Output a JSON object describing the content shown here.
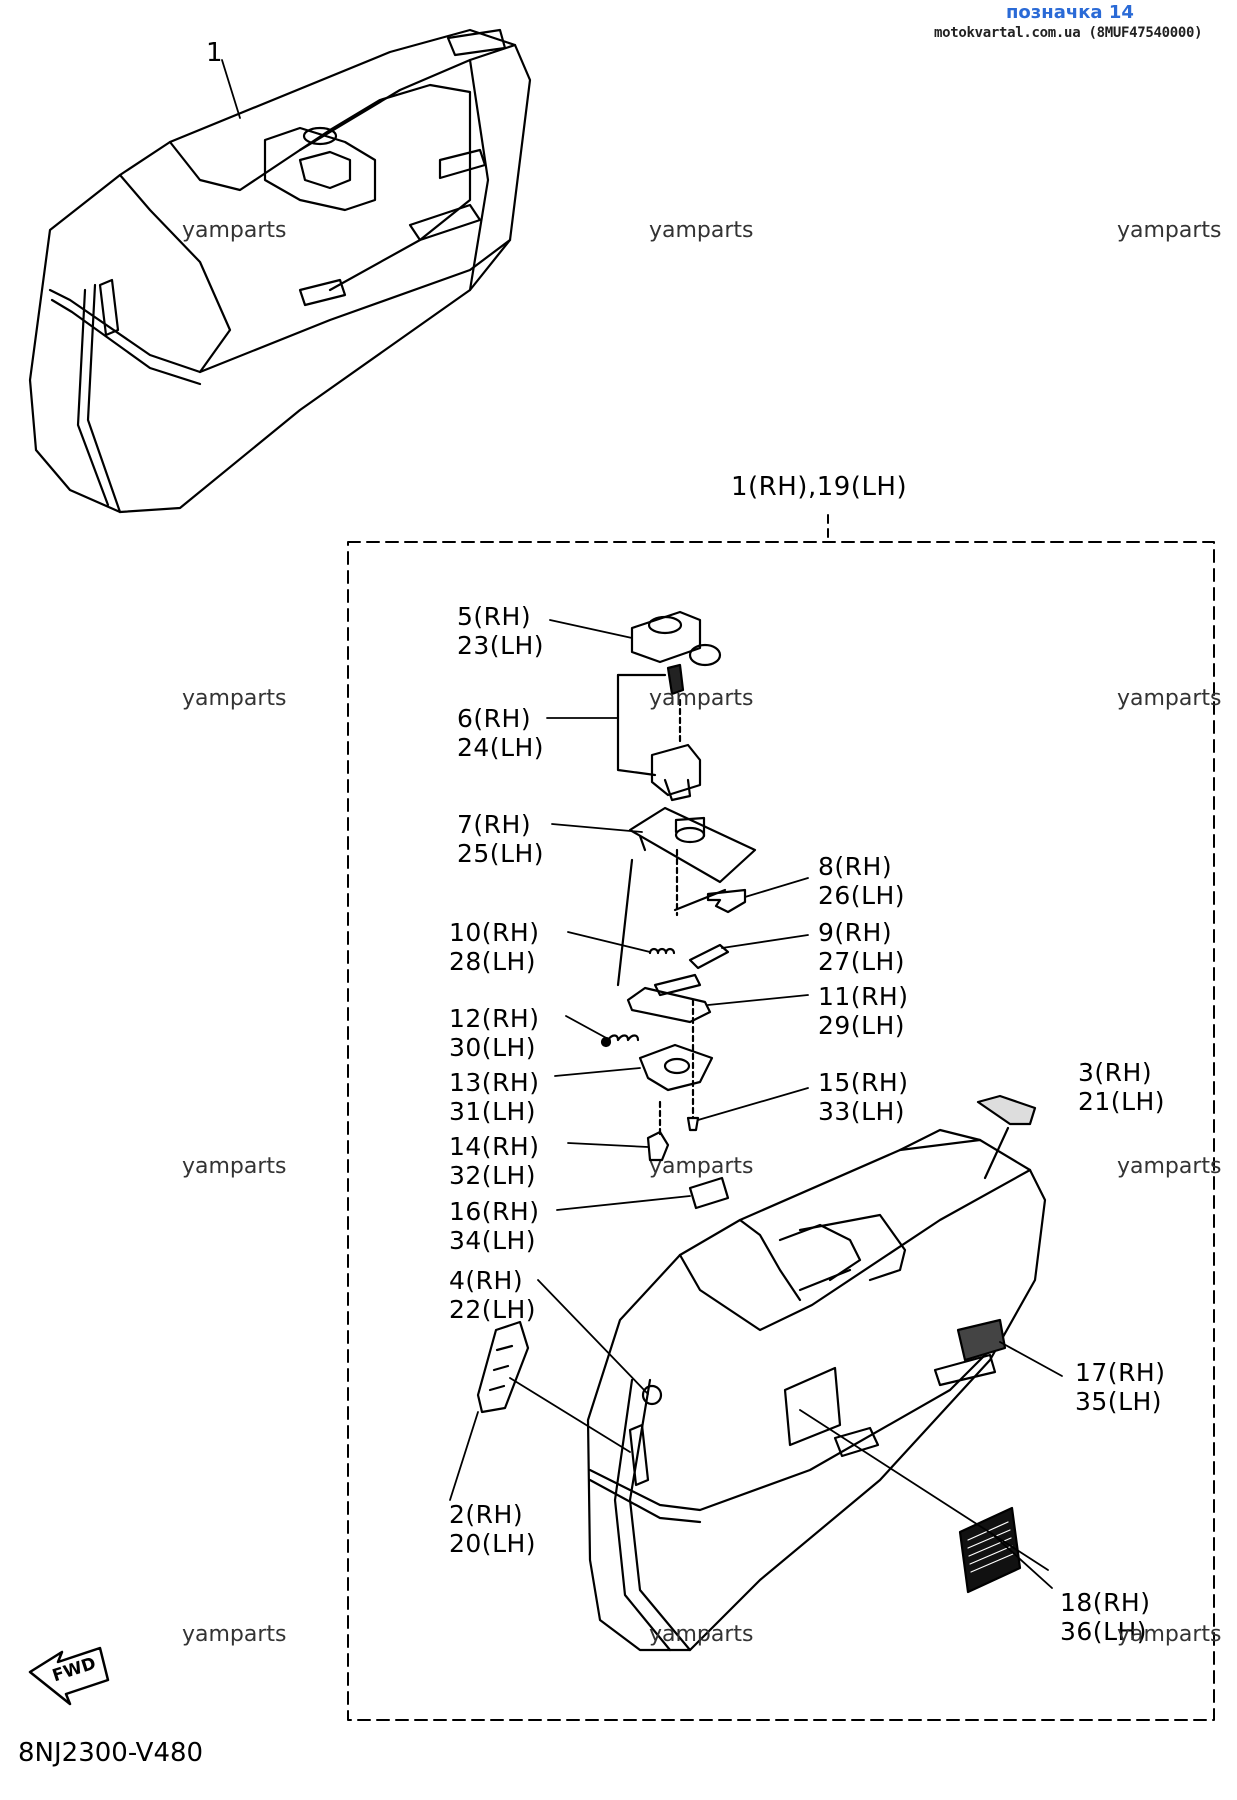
{
  "header": {
    "title": "позначка 14",
    "source": "motokvartal.com.ua (8MUF47540000)"
  },
  "top_callout": "1",
  "group_callout": "1(RH),19(LH)",
  "callouts": [
    {
      "rh": "5(RH)",
      "lh": "23(LH)"
    },
    {
      "rh": "6(RH)",
      "lh": "24(LH)"
    },
    {
      "rh": "7(RH)",
      "lh": "25(LH)"
    },
    {
      "rh": "8(RH)",
      "lh": "26(LH)"
    },
    {
      "rh": "10(RH)",
      "lh": "28(LH)"
    },
    {
      "rh": "9(RH)",
      "lh": "27(LH)"
    },
    {
      "rh": "11(RH)",
      "lh": "29(LH)"
    },
    {
      "rh": "12(RH)",
      "lh": "30(LH)"
    },
    {
      "rh": "13(RH)",
      "lh": "31(LH)"
    },
    {
      "rh": "15(RH)",
      "lh": "33(LH)"
    },
    {
      "rh": "3(RH)",
      "lh": "21(LH)"
    },
    {
      "rh": "14(RH)",
      "lh": "32(LH)"
    },
    {
      "rh": "16(RH)",
      "lh": "34(LH)"
    },
    {
      "rh": "4(RH)",
      "lh": "22(LH)"
    },
    {
      "rh": "17(RH)",
      "lh": "35(LH)"
    },
    {
      "rh": "2(RH)",
      "lh": "20(LH)"
    },
    {
      "rh": "18(RH)",
      "lh": "36(LH)"
    }
  ],
  "watermark": "yamparts",
  "fwd_label": "FWD",
  "diagram_code": "8NJ2300-V480"
}
